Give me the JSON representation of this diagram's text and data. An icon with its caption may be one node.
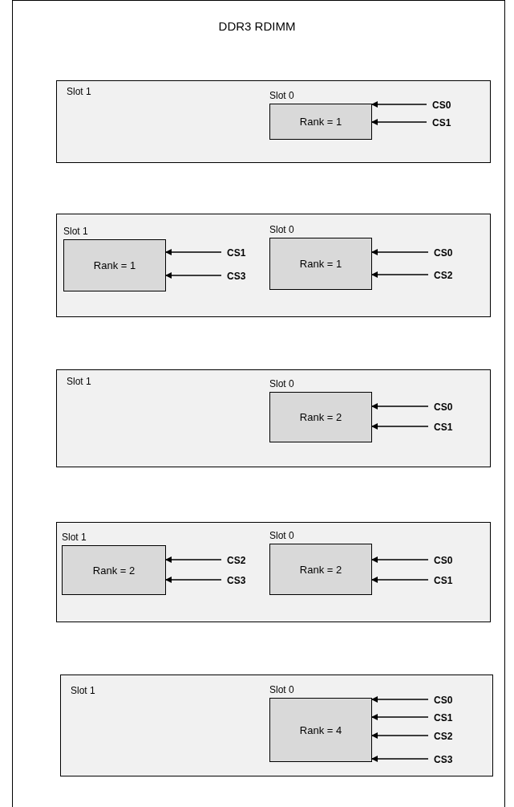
{
  "diagram": {
    "title": "DDR3 RDIMM",
    "nodes": [
      {
        "text": [
          "Slot 1"
        ]
      },
      {
        "text": [
          "Slot 0",
          "Rank = 1"
        ],
        "in": 0
      },
      {
        "text": [
          "CS0"
        ],
        "in": 0
      },
      {
        "text": [
          "CS1"
        ],
        "in": 0
      },
      {
        "text": [],
        "shape": "box"
      },
      {
        "text": [
          "Slot 1",
          "Rank = 1"
        ],
        "in": 4
      },
      {
        "text": [
          "CS1"
        ],
        "in": 4
      },
      {
        "text": [
          "CS3"
        ],
        "in": 4
      },
      {
        "text": [
          "Slot 0",
          "Rank = 1"
        ],
        "in": 4
      },
      {
        "text": [
          "CS0"
        ],
        "in": 4
      },
      {
        "text": [
          "CS2"
        ],
        "in": 4
      },
      {
        "text": [
          "Slot 1"
        ]
      },
      {
        "text": [
          "Slot 0",
          "Rank = 2"
        ],
        "in": 11
      },
      {
        "text": [
          "CS0"
        ],
        "in": 11
      },
      {
        "text": [
          "CS1"
        ],
        "in": 11
      },
      {
        "text": [],
        "shape": "box"
      },
      {
        "text": [
          "Slot 1",
          "Rank = 2"
        ],
        "in": 15
      },
      {
        "text": [
          "CS2"
        ],
        "in": 15
      },
      {
        "text": [
          "CS3"
        ],
        "in": 15
      },
      {
        "text": [
          "Slot 0",
          "Rank = 2"
        ],
        "in": 15
      },
      {
        "text": [
          "CS0"
        ],
        "in": 15
      },
      {
        "text": [
          "CS1"
        ],
        "in": 15
      },
      {
        "text": [
          "Slot 1"
        ]
      },
      {
        "text": [
          "Slot 0",
          "Rank = 4"
        ],
        "in": 22
      },
      {
        "text": [
          "CS0"
        ],
        "in": 22
      },
      {
        "text": [
          "CS1"
        ],
        "in": 22
      },
      {
        "text": [
          "CS2"
        ],
        "in": 22
      },
      {
        "text": [
          "CS3"
        ],
        "in": 22
      }
    ],
    "edges": [
      {
        "from": 2,
        "to": 1,
        "arrow": "to"
      },
      {
        "from": 3,
        "to": 1,
        "arrow": "to"
      },
      {
        "from": 6,
        "to": 5,
        "arrow": "to"
      },
      {
        "from": 7,
        "to": 5,
        "arrow": "to"
      },
      {
        "from": 9,
        "to": 8,
        "arrow": "to"
      },
      {
        "from": 10,
        "to": 8,
        "arrow": "to"
      },
      {
        "from": 13,
        "to": 12,
        "arrow": "to"
      },
      {
        "from": 14,
        "to": 12,
        "arrow": "to"
      },
      {
        "from": 17,
        "to": 16,
        "arrow": "to"
      },
      {
        "from": 18,
        "to": 16,
        "arrow": "to"
      },
      {
        "from": 20,
        "to": 19,
        "arrow": "to"
      },
      {
        "from": 21,
        "to": 19,
        "arrow": "to"
      },
      {
        "from": 24,
        "to": 23,
        "arrow": "to"
      },
      {
        "from": 25,
        "to": 23,
        "arrow": "to"
      },
      {
        "from": 26,
        "to": 23,
        "arrow": "to"
      },
      {
        "from": 27,
        "to": 23,
        "arrow": "to"
      }
    ]
  }
}
